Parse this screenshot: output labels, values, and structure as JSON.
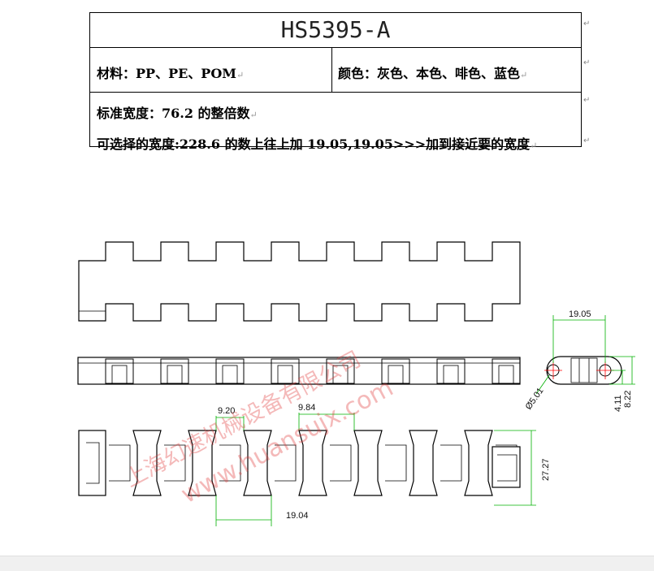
{
  "spec": {
    "title": "HS5395-A",
    "material": "材料：PP、PE、POM",
    "color": "颜色：灰色、本色、啡色、蓝色",
    "standard_width": "标准宽度：76.2 的整倍数",
    "optional_width": "可选择的宽度:228.6 的数上往上加 19.05,19.05>>>加到接近要的宽度",
    "return_mark": "↵"
  },
  "drawing": {
    "colors": {
      "outline": "#000000",
      "dimension": "#00b000",
      "center": "#ff0000",
      "watermark": "#e03a3a"
    },
    "dims": {
      "pitch_side": "19.05",
      "hole_dia": "Ø5.01",
      "height_half": "4.11",
      "height_total": "8.22",
      "link_width": "9.20",
      "gap_width": "9.84",
      "bottom_pitch": "19.04",
      "belt_width": "27.27"
    },
    "watermark": {
      "company": "上海幻速机械设备有限公司",
      "url": "www.huansujx.com"
    }
  }
}
